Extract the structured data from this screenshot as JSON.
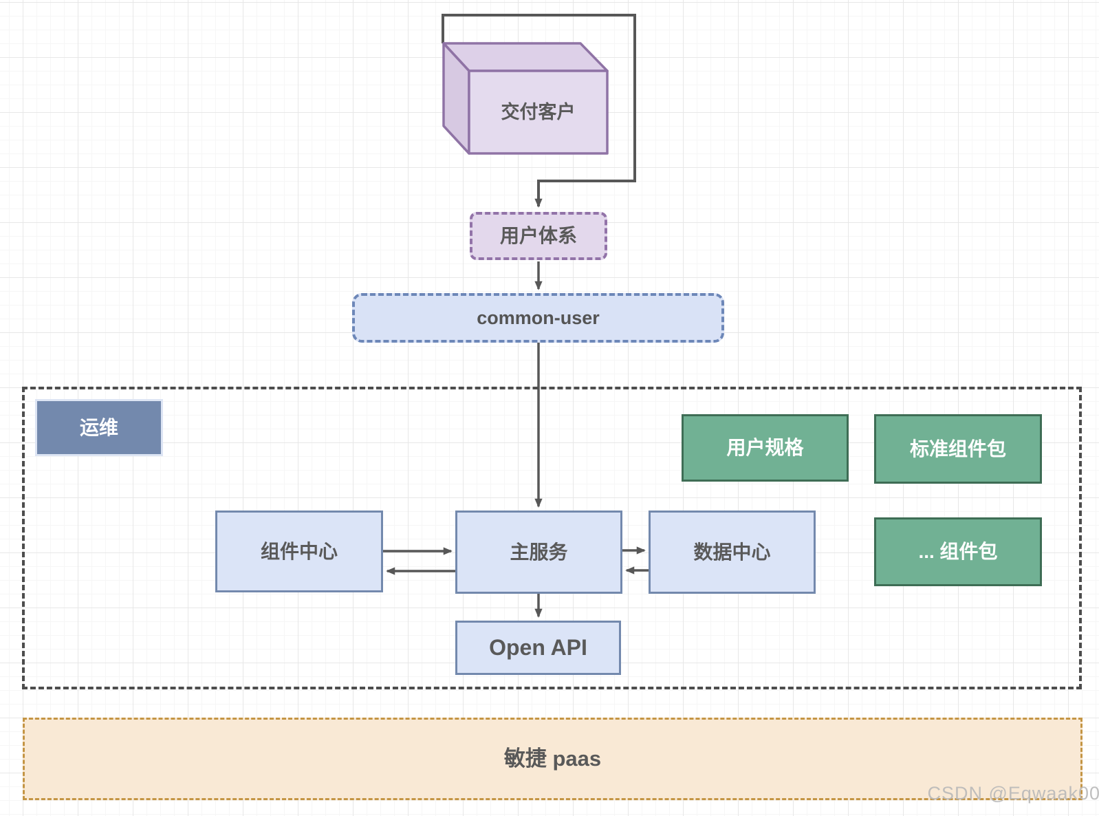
{
  "diagram": {
    "nodes": {
      "deliver_customer": "交付客户",
      "user_system": "用户体系",
      "common_user": "common-user",
      "ops": "运维",
      "user_spec": "用户规格",
      "standard_component_package": "标准组件包",
      "other_component_package": "... 组件包",
      "component_center": "组件中心",
      "main_service": "主服务",
      "data_center": "数据中心",
      "open_api": "Open API",
      "agile_paas": "敏捷 paas"
    },
    "colors": {
      "purple_stroke": "#9273a8",
      "purple_fill": "#e3d8ec",
      "blue_stroke": "#7389ad",
      "blue_fill": "#dbe4f7",
      "common_user_stroke": "#6d87b8",
      "green_fill": "#71b194",
      "green_stroke": "#3e6d55",
      "ops_fill": "#7389ad",
      "zone_dash": "#4d4d4d",
      "orange_fill": "#f9e9d5",
      "orange_stroke": "#c49544",
      "arrow": "#575757",
      "text": "#595959"
    },
    "watermark": "CSDN @Eqwaak00"
  }
}
